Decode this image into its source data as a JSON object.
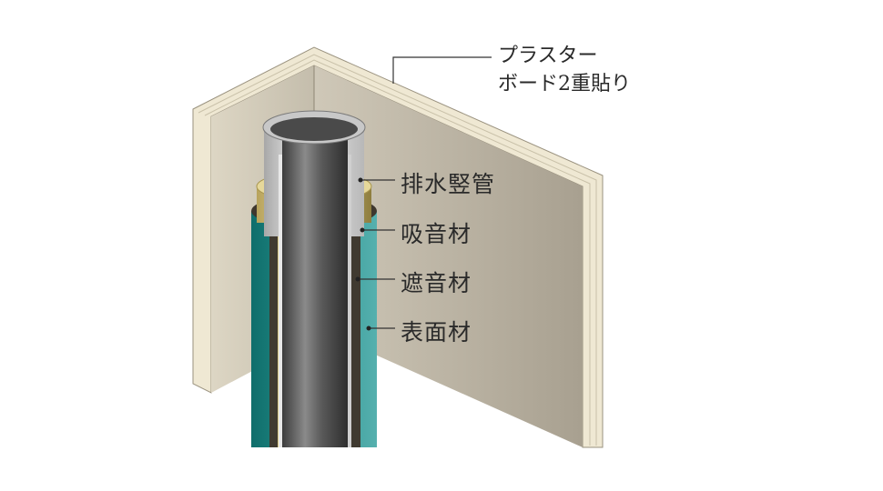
{
  "wall_label": {
    "line1": "プラスター",
    "line2": "ボード2重貼り"
  },
  "pipe_labels": [
    "排水竪管",
    "吸音材",
    "遮音材",
    "表面材"
  ],
  "colors": {
    "wall_face": "#b9b2a2",
    "wall_edge": "#eee7d2",
    "pipe_inner": "#6b6b6b",
    "pipe_white": "#d8d8d8",
    "absorber": "#d7c98a",
    "barrier": "#4a4238",
    "surface": "#1f8a87"
  }
}
